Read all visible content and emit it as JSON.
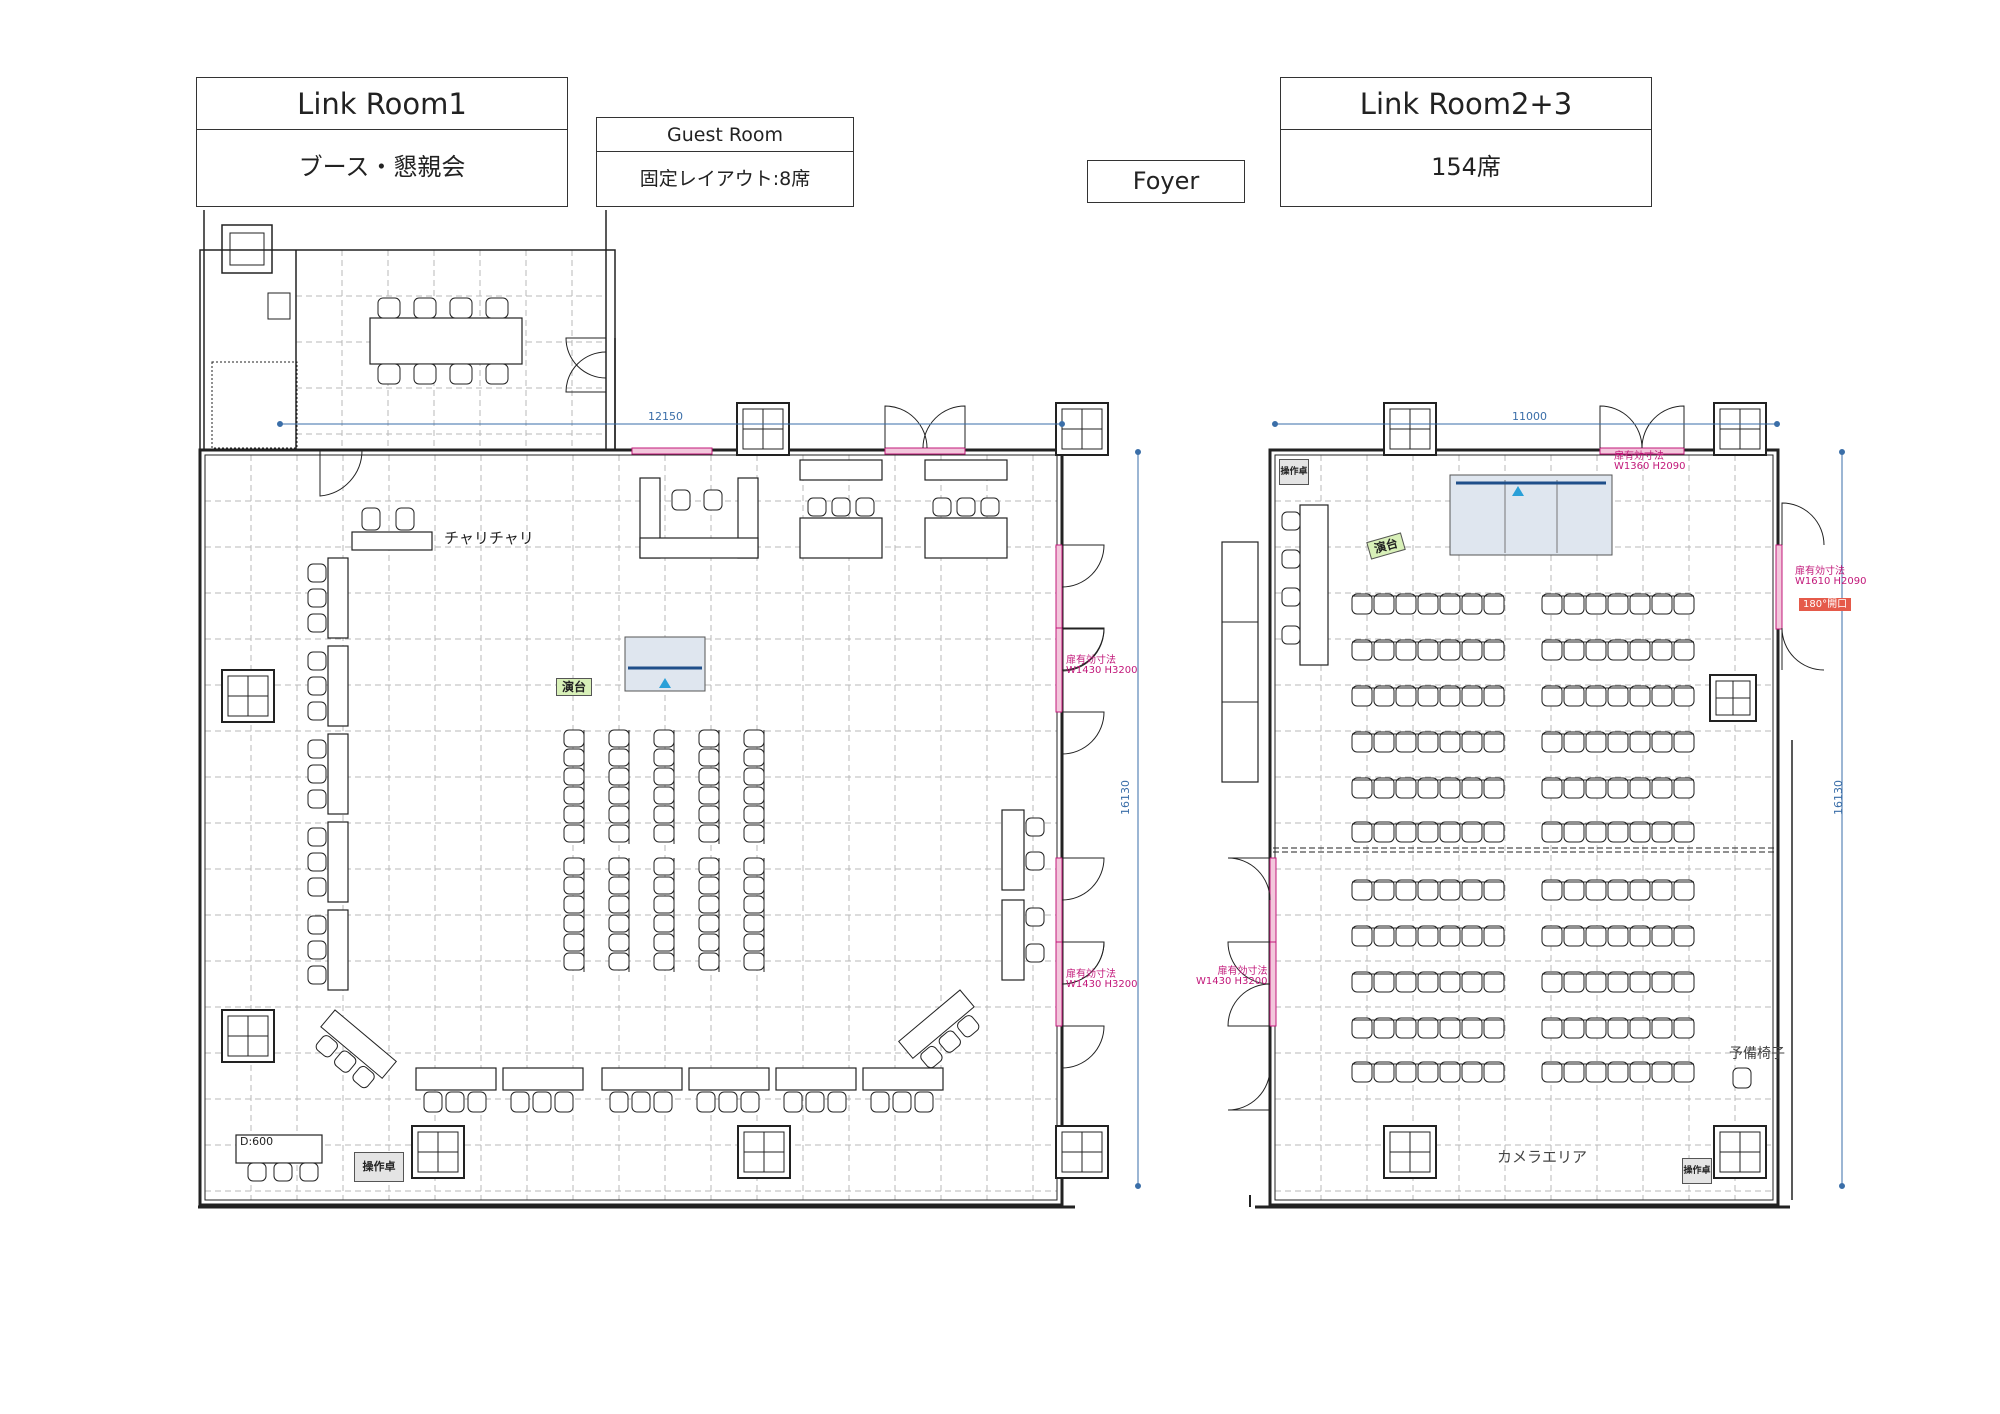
{
  "rooms": {
    "link_room1": {
      "title": "Link Room1",
      "subtitle": "ブース・懇親会"
    },
    "guest_room": {
      "title": "Guest Room",
      "subtitle": "固定レイアウト:8席"
    },
    "foyer": {
      "title": "Foyer"
    },
    "link_room23": {
      "title": "Link Room2+3",
      "subtitle": "154席"
    }
  },
  "labels": {
    "chari": "チャリチャリ",
    "stage": "演台",
    "operator_desk": "操作卓",
    "camera_area": "カメラエリア",
    "spare_chairs": "予備椅子",
    "d600": "D:600",
    "turn180": "180°開口"
  },
  "dimensions": {
    "room1_width": "12150",
    "room1_depth": "16130",
    "room23_width": "11000",
    "room23_depth": "16130"
  },
  "door_notes": {
    "title": "扉有効寸法",
    "room1_upper": "W1430 H3200",
    "room1_lower": "W1430 H3200",
    "room23_left": "W1430 H3200",
    "room23_top": "W1360 H2090",
    "room23_right": "W1610 H2090"
  },
  "colors": {
    "wall": "#222222",
    "grid": "#b8b8b8",
    "dimension": "#3a6ea8",
    "door_note": "#c2187a",
    "stage_tag": "#d8f0b8",
    "screen": "#dfe6ef",
    "accent_red": "#e55a4a"
  }
}
